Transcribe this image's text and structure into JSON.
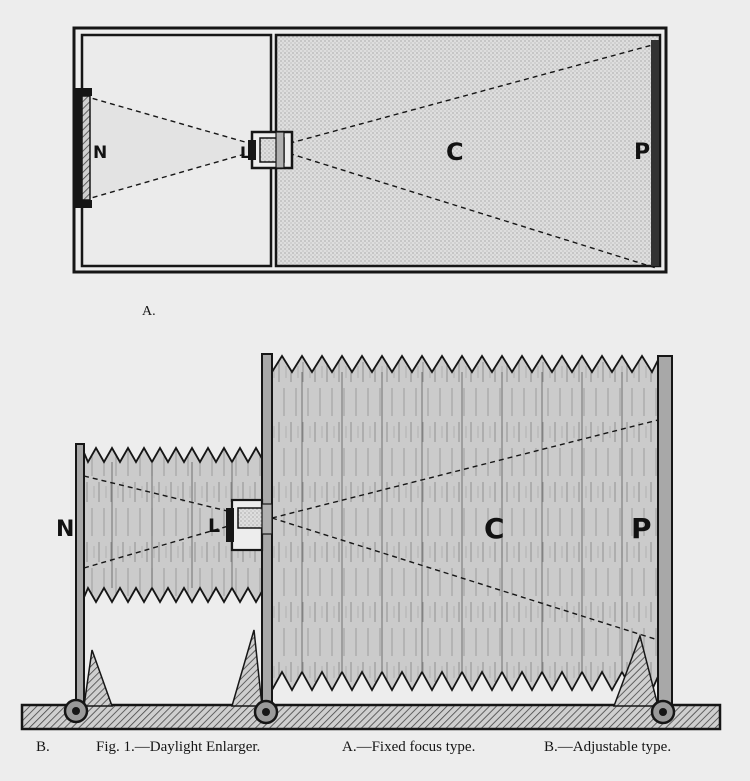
{
  "diagram_a": {
    "panel_label": "A.",
    "labels": {
      "negative": "N",
      "lens": "L",
      "cone": "C",
      "paper": "P"
    }
  },
  "diagram_b": {
    "labels": {
      "negative": "N",
      "lens": "L",
      "cone": "C",
      "paper": "P"
    }
  },
  "caption": {
    "panel_b": "B.",
    "figure": "Fig. 1.—Daylight Enlarger.",
    "type_a": "A.—Fixed focus type.",
    "type_b": "B.—Adjustable type."
  },
  "colors": {
    "paper": "#ededed",
    "ink": "#161616",
    "stipple": "#d2d2d2",
    "bellows": "#c9c9c9"
  }
}
